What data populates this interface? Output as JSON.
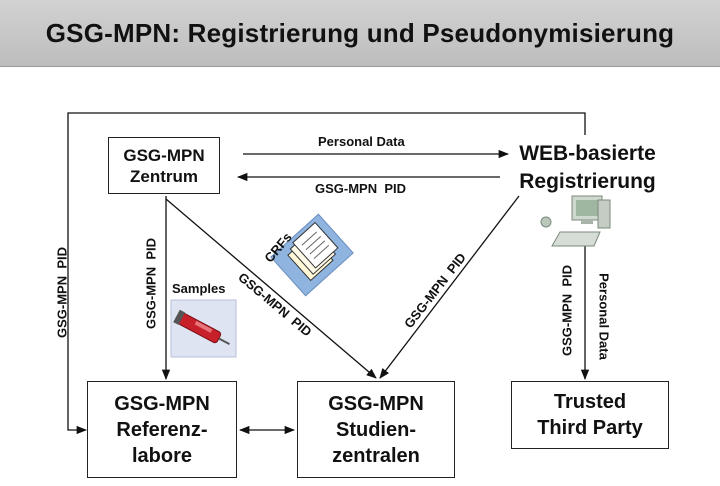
{
  "title": "GSG-MPN: Registrierung und Pseudonymisierung",
  "nodes": {
    "zentrum": [
      "GSG-MPN",
      "Zentrum"
    ],
    "web": [
      "WEB-basierte",
      "Registrierung"
    ],
    "labore": [
      "GSG-MPN",
      "Referenz-",
      "labore"
    ],
    "studien": [
      "GSG-MPN",
      "Studien-",
      "zentralen"
    ],
    "trusted": [
      "Trusted",
      "Third Party"
    ]
  },
  "edges": {
    "personal_data_top": "Personal Data",
    "pid_top": "GSG-MPN  PID",
    "pid_left_outer": "GSG-MPN  PID",
    "pid_zentrum_labore": "GSG-MPN  PID",
    "pid_zentrum_studien": "GSG-MPN  PID",
    "pid_web_studien": "GSG-MPN  PID",
    "pid_web_trusted": "GSG-MPN  PID",
    "personal_data_trusted": "Personal Data"
  },
  "images": {
    "crfs": "CRFs",
    "samples": "Samples"
  },
  "icons": [
    "computer-icon",
    "crf-documents-icon",
    "sample-syringe-icon"
  ]
}
